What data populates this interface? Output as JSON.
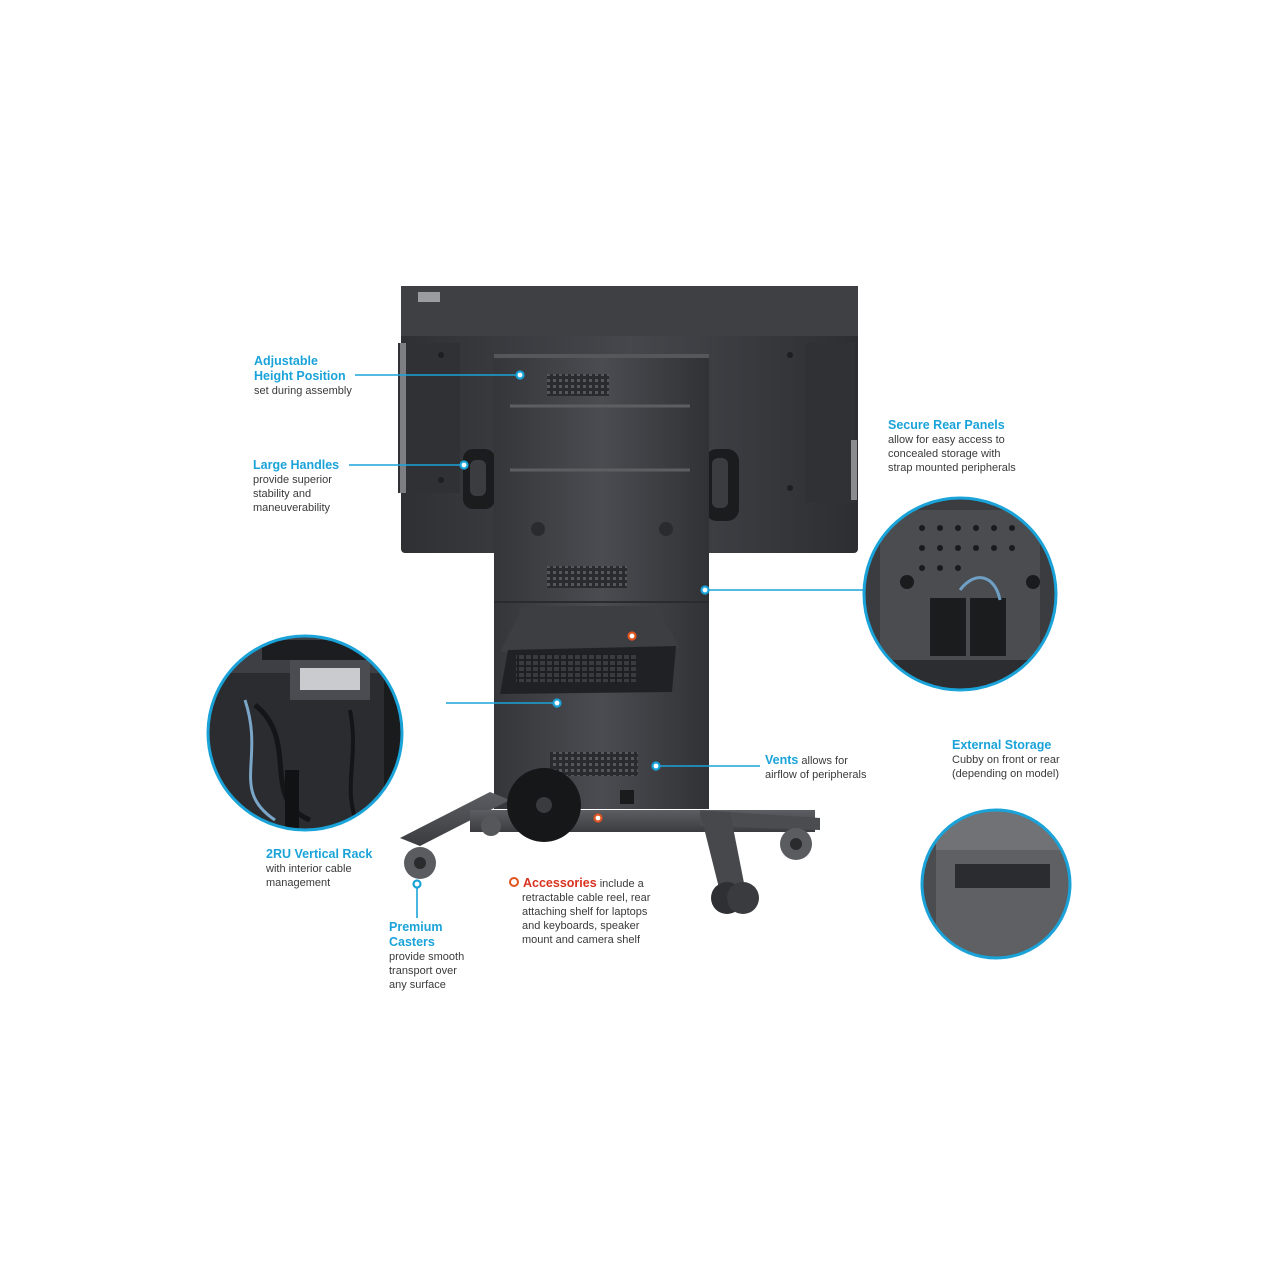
{
  "callouts": {
    "adjustable_height": {
      "title_line1": "Adjustable",
      "title_line2": "Height Position",
      "desc": "set during assembly"
    },
    "large_handles": {
      "title": "Large Handles",
      "desc_line1": "provide superior",
      "desc_line2": "stability and",
      "desc_line3": "maneuverability"
    },
    "secure_rear_panels": {
      "title": "Secure Rear Panels",
      "desc_line1": "allow for easy access to",
      "desc_line2": "concealed storage with",
      "desc_line3": "strap mounted peripherals"
    },
    "external_storage": {
      "title": "External Storage",
      "desc_line1": "Cubby on front or rear",
      "desc_line2": "(depending on model)"
    },
    "vents": {
      "title": "Vents",
      "desc_line1": "allows for",
      "desc_line2": "airflow of peripherals"
    },
    "vertical_rack": {
      "title": "2RU Vertical Rack",
      "desc_line1": "with interior cable",
      "desc_line2": "management"
    },
    "premium_casters": {
      "title_line1": "Premium",
      "title_line2": "Casters",
      "desc_line1": "provide smooth",
      "desc_line2": "transport over",
      "desc_line3": "any surface"
    },
    "accessories": {
      "title": "Accessories",
      "desc_line1": "include a",
      "desc_line2": "retractable cable reel, rear",
      "desc_line3": "attaching shelf for laptops",
      "desc_line4": "and keyboards, speaker",
      "desc_line5": "mount and camera shelf"
    }
  },
  "colors": {
    "accent_blue": "#1aa3d9",
    "accent_red": "#d9331f",
    "text": "#3a3a3a",
    "cart_dark": "#3b3d41"
  },
  "icons": [
    "callout-dot-icon",
    "accessory-ring-icon"
  ]
}
